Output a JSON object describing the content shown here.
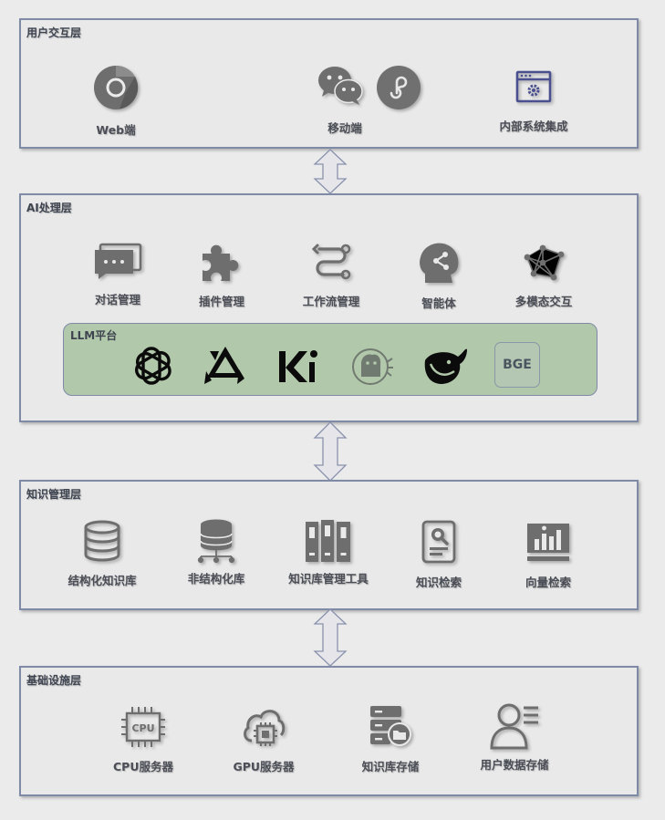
{
  "layers": {
    "user": {
      "title": "用户交互层",
      "items": [
        {
          "label": "Web端",
          "icon": "chrome-icon"
        },
        {
          "label": "移动端",
          "icon": "wechat-icon"
        },
        {
          "label": "",
          "icon": "mini-program-icon"
        },
        {
          "label": "内部系统集成",
          "icon": "system-window-icon"
        }
      ]
    },
    "ai": {
      "title": "AI处理层",
      "items": [
        {
          "label": "对话管理",
          "icon": "chat-icon"
        },
        {
          "label": "插件管理",
          "icon": "puzzle-icon"
        },
        {
          "label": "工作流管理",
          "icon": "workflow-icon"
        },
        {
          "label": "智能体",
          "icon": "brain-head-icon"
        },
        {
          "label": "多模态交互",
          "icon": "network-icon"
        }
      ],
      "llm": {
        "title": "LLM平台",
        "logos": [
          "openai-logo",
          "qwen-logo",
          "kimi-logo",
          "ollama-logo",
          "deepseek-logo"
        ],
        "bge_label": "BGE"
      }
    },
    "knowledge": {
      "title": "知识管理层",
      "items": [
        {
          "label": "结构化知识库",
          "icon": "database-icon"
        },
        {
          "label": "非结构化库",
          "icon": "database-tree-icon"
        },
        {
          "label": "知识库管理工具",
          "icon": "binders-icon"
        },
        {
          "label": "知识检索",
          "icon": "document-search-icon"
        },
        {
          "label": "向量检索",
          "icon": "bar-chart-icon"
        }
      ]
    },
    "infra": {
      "title": "基础设施层",
      "items": [
        {
          "label": "CPU服务器",
          "icon": "cpu-icon",
          "chip_text": "CPU"
        },
        {
          "label": "GPU服务器",
          "icon": "cloud-chip-icon"
        },
        {
          "label": "知识库存储",
          "icon": "server-storage-icon"
        },
        {
          "label": "用户数据存储",
          "icon": "user-data-icon"
        }
      ]
    }
  },
  "colors": {
    "border": "#7f8aa6",
    "icon": "#6b6b6b",
    "llm_background": "#b2c8ab",
    "window_icon": "#4a4f8f"
  }
}
